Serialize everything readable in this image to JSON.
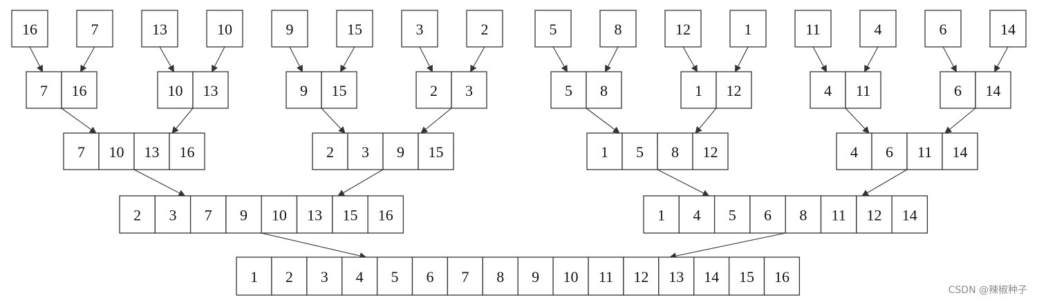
{
  "watermark": "CSDN @辣椒种子",
  "diagram": {
    "levels": [
      [
        [
          16
        ],
        [
          7
        ],
        [
          13
        ],
        [
          10
        ],
        [
          9
        ],
        [
          15
        ],
        [
          3
        ],
        [
          2
        ],
        [
          5
        ],
        [
          8
        ],
        [
          12
        ],
        [
          1
        ],
        [
          11
        ],
        [
          4
        ],
        [
          6
        ],
        [
          14
        ]
      ],
      [
        [
          7,
          16
        ],
        [
          10,
          13
        ],
        [
          9,
          15
        ],
        [
          2,
          3
        ],
        [
          5,
          8
        ],
        [
          1,
          12
        ],
        [
          4,
          11
        ],
        [
          6,
          14
        ]
      ],
      [
        [
          7,
          10,
          13,
          16
        ],
        [
          2,
          3,
          9,
          15
        ],
        [
          1,
          5,
          8,
          12
        ],
        [
          4,
          6,
          11,
          14
        ]
      ],
      [
        [
          2,
          3,
          7,
          9,
          10,
          13,
          15,
          16
        ],
        [
          1,
          4,
          5,
          6,
          8,
          11,
          12,
          14
        ]
      ],
      [
        [
          1,
          2,
          3,
          4,
          5,
          6,
          7,
          8,
          9,
          10,
          11,
          12,
          13,
          14,
          15,
          16
        ]
      ]
    ]
  }
}
